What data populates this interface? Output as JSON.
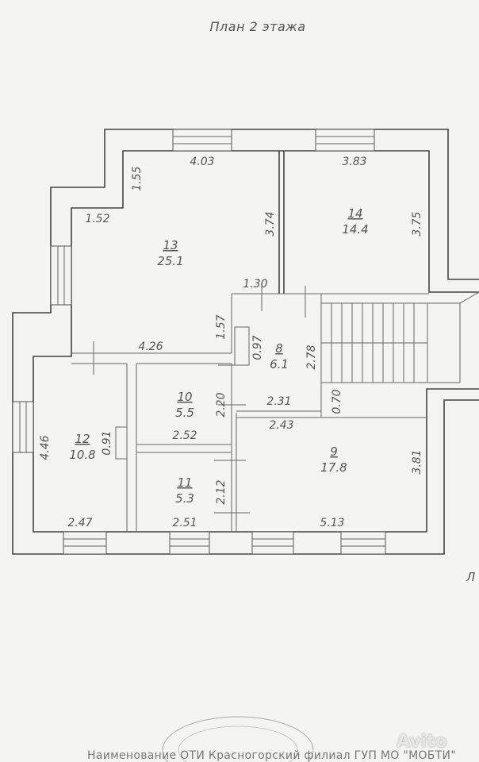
{
  "title": "План 2 этажа",
  "footer": "Наименование ОТИ Красногорский филиал ГУП МО \"МОБТИ\"",
  "edge_letter": "Л",
  "watermark": "Avito",
  "rooms": [
    {
      "number": "13",
      "area": "25.1"
    },
    {
      "number": "14",
      "area": "14.4"
    },
    {
      "number": "8",
      "area": "6.1"
    },
    {
      "number": "10",
      "area": "5.5"
    },
    {
      "number": "12",
      "area": "10.8"
    },
    {
      "number": "9",
      "area": "17.8"
    },
    {
      "number": "11",
      "area": "5.3"
    }
  ],
  "dimensions": [
    "4.03",
    "3.83",
    "1.55",
    "1.52",
    "3.74",
    "3.75",
    "1.30",
    "1.57",
    "4.26",
    "0.97",
    "2.78",
    "2.20",
    "2.31",
    "0.70",
    "2.43",
    "4.46",
    "0.91",
    "2.52",
    "3.81",
    "2.12",
    "2.47",
    "2.51",
    "5.13"
  ]
}
